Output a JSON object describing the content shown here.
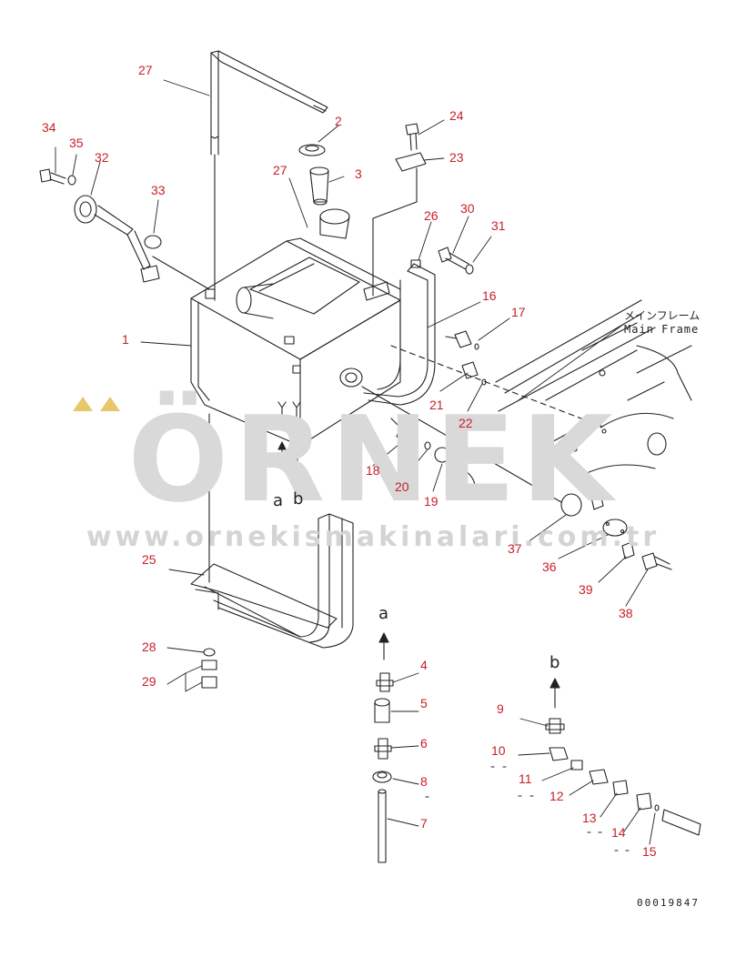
{
  "watermark": {
    "logo": "ÖRNEK",
    "url": "www.ornekismakinalari.com.tr"
  },
  "diagram": {
    "main_frame_jp": "メインフレーム",
    "main_frame_en": "Main Frame",
    "document_number": "00019847",
    "view_markers": [
      "a",
      "b"
    ],
    "callouts": [
      "27",
      "2",
      "3",
      "34",
      "35",
      "32",
      "33",
      "27",
      "24",
      "23",
      "26",
      "30",
      "31",
      "1",
      "16",
      "17",
      "21",
      "22",
      "18",
      "20",
      "19",
      "37",
      "36",
      "39",
      "38",
      "25",
      "28",
      "29",
      "4",
      "5",
      "6",
      "8",
      "7",
      "9",
      "10",
      "11",
      "12",
      "13",
      "14",
      "15"
    ]
  },
  "colors": {
    "callout": "#c8202a",
    "line": "#222222",
    "watermark": "#d9d9d9",
    "accent_dots": "#e8c76a"
  }
}
